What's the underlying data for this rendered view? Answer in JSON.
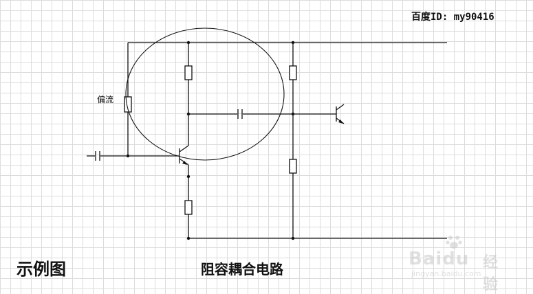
{
  "labels": {
    "author": "百度ID: my90416",
    "bias": "偏流",
    "example": "示例图",
    "title": "阻容耦合电路"
  },
  "watermark": {
    "text": "Baidu",
    "cn": "经验",
    "url": "jingyan.baidu.com"
  },
  "colors": {
    "wire": "#111111",
    "grid": "#dcdcdc",
    "background": "#ffffff"
  }
}
